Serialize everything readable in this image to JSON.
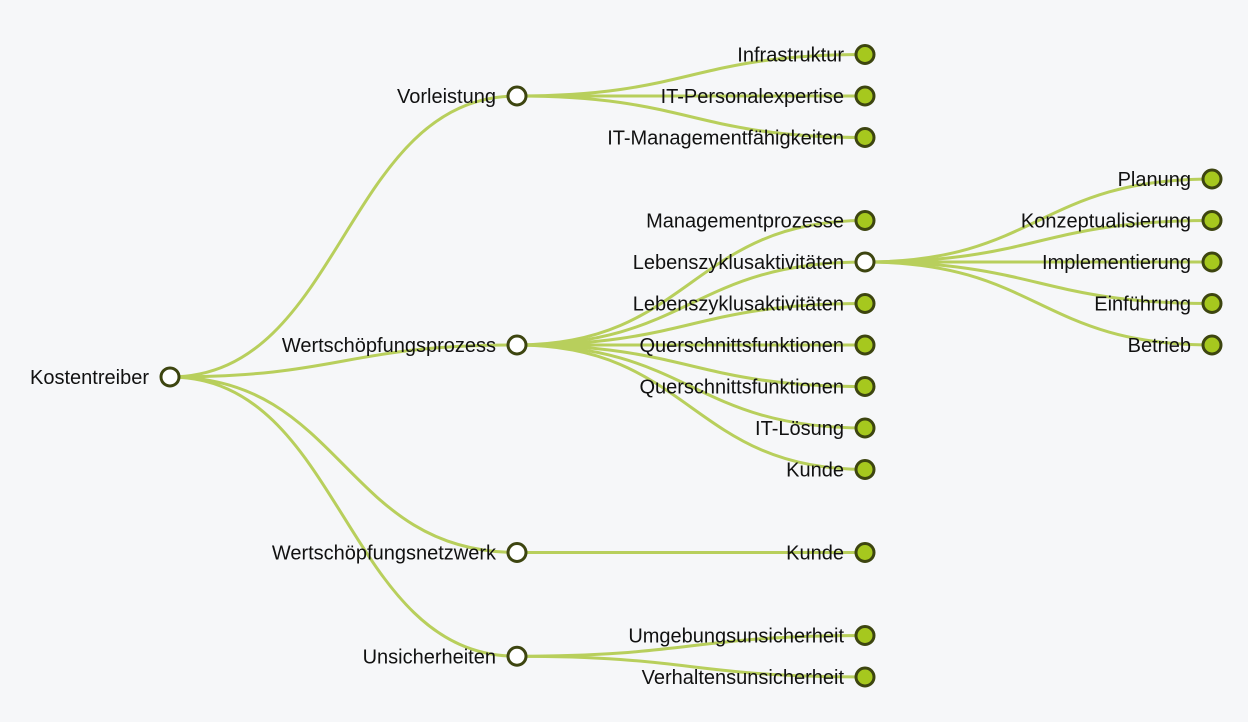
{
  "colors": {
    "background": "#f6f7f9",
    "link": "#b8cf5c",
    "node_stroke": "#3d4510",
    "expanded_fill": "#ffffff",
    "collapsed_fill": "#a6c81e",
    "label": "#111111"
  },
  "tree": {
    "name": "Kostentreiber",
    "children": [
      {
        "name": "Vorleistung",
        "children": [
          {
            "name": "Infrastruktur"
          },
          {
            "name": "IT-Personalexpertise"
          },
          {
            "name": "IT-Managementfähigkeiten"
          }
        ]
      },
      {
        "name": "Wertschöpfungsprozess",
        "children": [
          {
            "name": "Managementprozesse"
          },
          {
            "name": "Lebenszyklusaktivitäten",
            "children": [
              {
                "name": "Planung"
              },
              {
                "name": "Konzeptualisierung"
              },
              {
                "name": "Implementierung"
              },
              {
                "name": "Einführung"
              },
              {
                "name": "Betrieb"
              }
            ]
          },
          {
            "name": "Lebenszyklusaktivitäten"
          },
          {
            "name": "Querschnittsfunktionen"
          },
          {
            "name": "Querschnittsfunktionen"
          },
          {
            "name": "IT-Lösung"
          },
          {
            "name": "Kunde"
          }
        ]
      },
      {
        "name": "Wertschöpfungsnetzwerk",
        "children": [
          {
            "name": "Kunde"
          }
        ]
      },
      {
        "name": "Unsicherheiten",
        "children": [
          {
            "name": "Umgebungsunsicherheit"
          },
          {
            "name": "Verhaltensunsicherheit"
          }
        ]
      }
    ]
  }
}
